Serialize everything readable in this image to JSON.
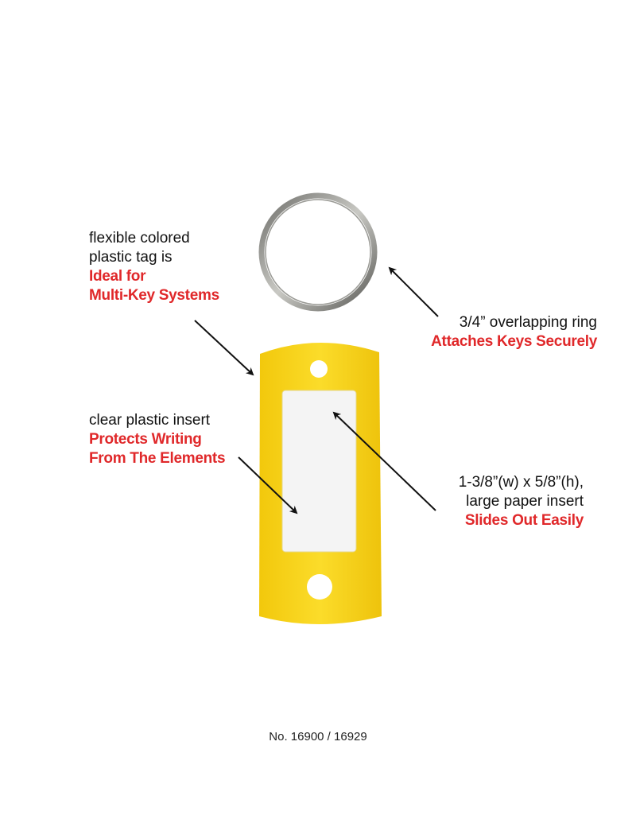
{
  "callouts": {
    "tag": {
      "line1": "flexible colored",
      "line2": "plastic tag is",
      "hl1": "Ideal for",
      "hl2": "Multi-Key Systems"
    },
    "ring": {
      "line1": "3/4” overlapping ring",
      "hl1": "Attaches Keys Securely"
    },
    "insert": {
      "line1": "clear plastic insert",
      "hl1": "Protects Writing",
      "hl2": "From The Elements"
    },
    "paper": {
      "line1": "1-3/8”(w) x 5/8”(h),",
      "line2": "large paper insert",
      "hl1": "Slides Out Easily"
    }
  },
  "caption": "No. 16900 / 16929",
  "colors": {
    "tag": "#f7d117",
    "highlight": "#e0282a",
    "ring": "#8a8a86"
  },
  "icons": [
    "split-ring-image",
    "key-tag-image",
    "arrow-icon"
  ]
}
